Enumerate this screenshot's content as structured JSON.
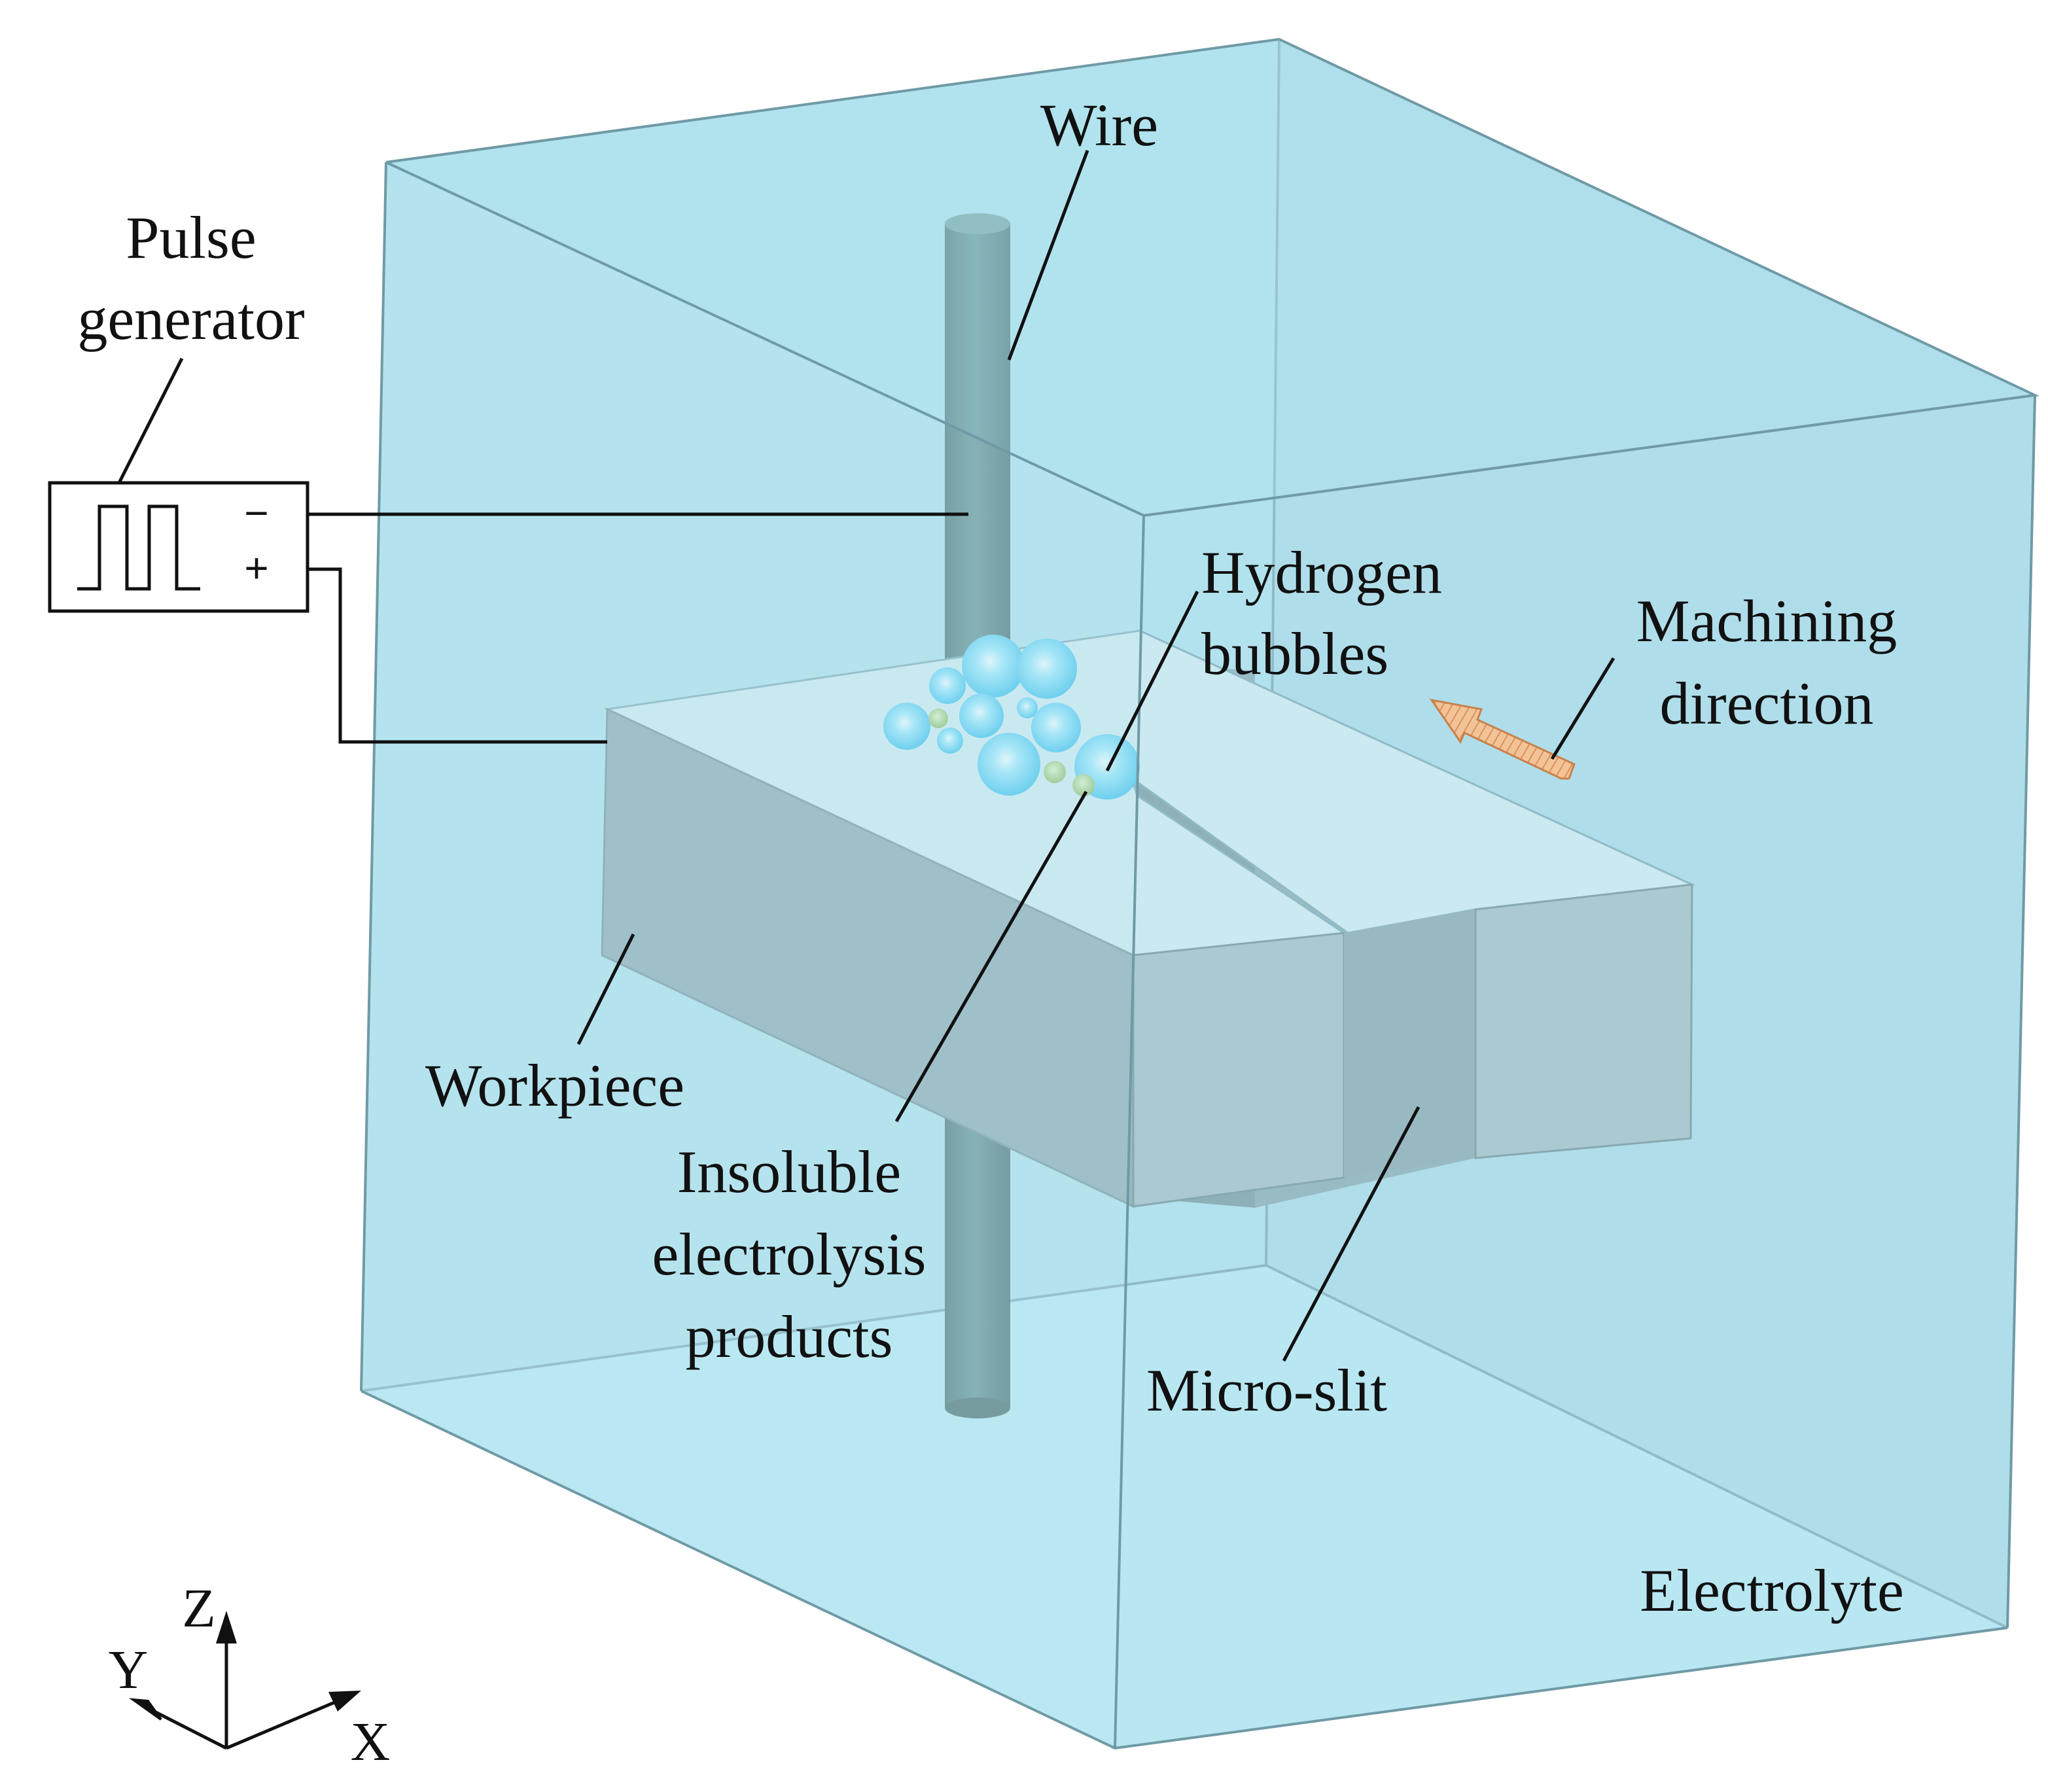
{
  "labels": {
    "wire": "Wire",
    "pulse_generator": [
      "Pulse",
      "generator"
    ],
    "hydrogen_bubbles": [
      "Hydrogen",
      "bubbles"
    ],
    "machining_direction": [
      "Machining",
      "direction"
    ],
    "workpiece": "Workpiece",
    "insoluble_products": [
      "Insoluble",
      "electrolysis",
      "products"
    ],
    "micro_slit": "Micro-slit",
    "electrolyte": "Electrolyte"
  },
  "terminals": {
    "negative": "−",
    "positive": "+"
  },
  "axes": {
    "z": "Z",
    "y": "Y",
    "x": "X"
  },
  "colors": {
    "electrolyte": "#b6e6f0",
    "workpiece_top": "#d2e9ef",
    "workpiece_front": "#7f969d",
    "workpiece_side": "#9db2b9",
    "wire": "#3f6b6a",
    "bubble": "#2fc0ee",
    "product": "#8fbf52",
    "arrow": "#f0b07a"
  },
  "icons": [
    "pulse-waveform-icon",
    "machining-direction-arrow-icon",
    "axis-arrow-icon"
  ]
}
